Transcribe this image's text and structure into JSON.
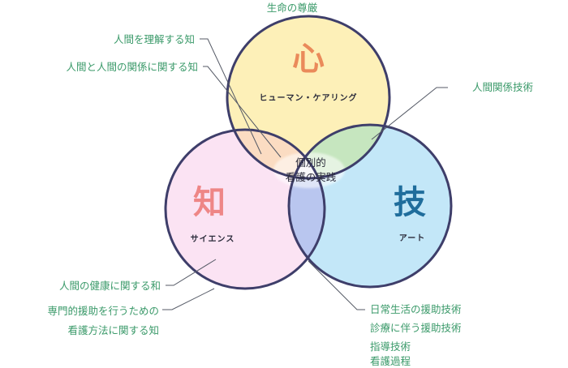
{
  "top_label": "生命の尊厳",
  "circles": {
    "heart": {
      "kanji": "心",
      "subtitle": "ヒューマン・ケアリング",
      "fill": "#fdf0b8",
      "kanji_color": "#ea8a5a"
    },
    "knowledge": {
      "kanji": "知",
      "subtitle": "サイエンス",
      "fill": "#fbe3f3",
      "kanji_color": "#ee8686"
    },
    "skill": {
      "kanji": "技",
      "subtitle": "アート",
      "fill": "#c3e7f8",
      "kanji_color": "#1f6d9c"
    }
  },
  "overlaps": {
    "heart_knowledge": "#fbdcc2",
    "heart_skill": "#c6e6bf",
    "knowledge_skill": "#b9c6ef",
    "center": "#f4f1f6"
  },
  "center_text": {
    "line1": "個別的",
    "line2": "看護の実践"
  },
  "annotations": {
    "understanding": "人間を理解する知",
    "relations": "人間と人間の関係に関する知",
    "relation_skill": "人間関係技術",
    "health": "人間の健康に関する和",
    "nursing_knowledge_1": "専門的援助を行うための",
    "nursing_knowledge_2": "看護方法に関する知",
    "skill_1": "日常生活の援助技術",
    "skill_2": "診療に伴う援助技術",
    "skill_3": "指導技術",
    "skill_4": "看護過程"
  },
  "colors": {
    "label": "#3b9a6a",
    "ring": "#3e3e6a"
  }
}
